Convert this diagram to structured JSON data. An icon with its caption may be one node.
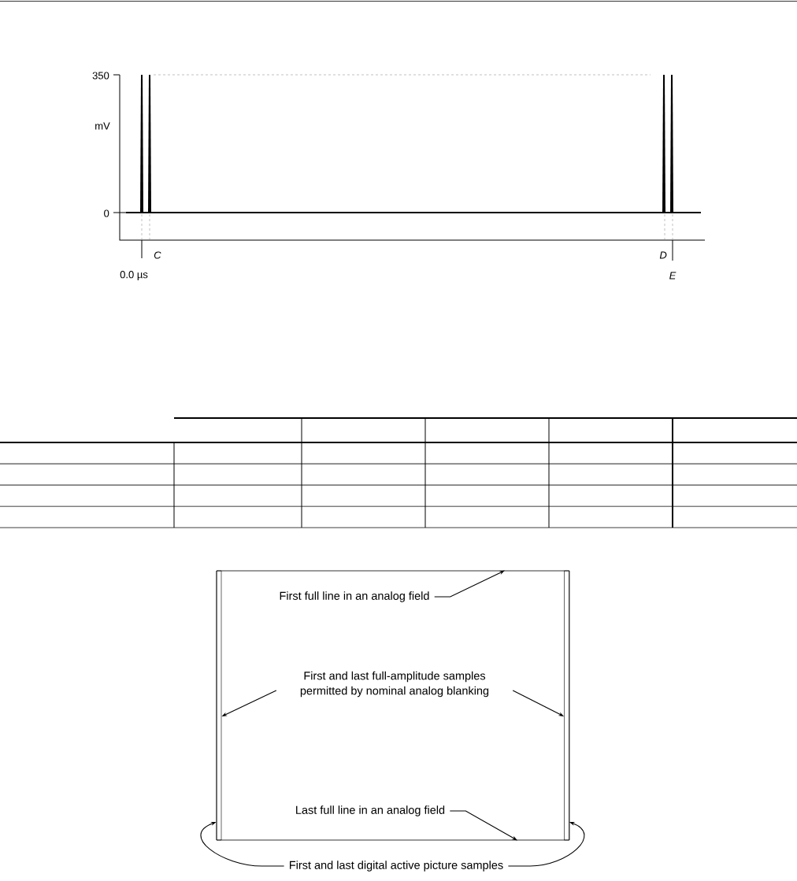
{
  "diagram": {
    "nodes": [
      {
        "text": [],
        "shape": "box"
      },
      {
        "text": [
          "First full line in an analog field"
        ],
        "in": 0
      },
      {
        "text": [
          "First and last full-amplitude samples permitted by nominal analog blanking"
        ],
        "in": 0
      },
      {
        "text": [],
        "shape": "bar",
        "in": 0
      },
      {
        "text": [],
        "shape": "bar",
        "in": 0
      },
      {
        "text": [
          "Last full line in an analog field"
        ],
        "in": 0
      },
      {
        "text": [
          "First and last digital active picture samples"
        ]
      }
    ],
    "edges": [
      {
        "from": 1,
        "to": 0,
        "arrow": "to"
      },
      {
        "from": 2,
        "to": 3,
        "arrow": "to"
      },
      {
        "from": 2,
        "to": 4,
        "arrow": "to"
      },
      {
        "from": 5,
        "to": 0,
        "arrow": "to"
      },
      {
        "from": 6,
        "to": 3,
        "arrow": "to"
      },
      {
        "from": 6,
        "to": 4,
        "arrow": "to"
      }
    ],
    "labels": [
      "350",
      "mV",
      "0",
      "C",
      "0.0 µs",
      "D",
      "E"
    ]
  }
}
